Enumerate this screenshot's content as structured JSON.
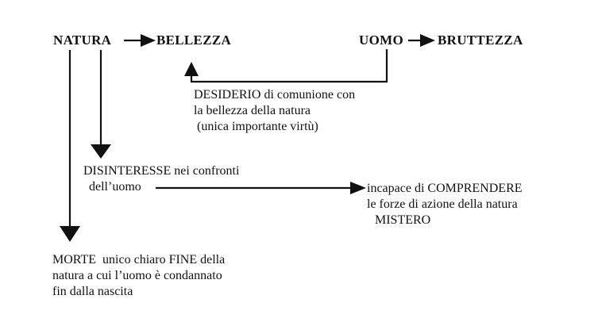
{
  "nodes": {
    "natura": "NATURA",
    "bellezza": "BELLEZZA",
    "uomo": "UOMO",
    "bruttezza": "BRUTTEZZA"
  },
  "desiderio": {
    "line1": "DESIDERIO di comunione con",
    "line2": "la bellezza della natura",
    "line3": "(unica importante virtù)"
  },
  "disinteresse": {
    "line1": "DISINTERESSE nei confronti",
    "line2": "dell’uomo"
  },
  "incapace": {
    "line1": "incapace di COMPRENDERE",
    "line2": "le forze di azione della natura",
    "line3": "MISTERO"
  },
  "morte": {
    "line1": "MORTE  unico chiaro FINE della",
    "line2": "natura a cui l’uomo è condannato",
    "line3": "fin dalla nascita"
  },
  "colors": {
    "ink": "#111111",
    "background": "#ffffff"
  }
}
